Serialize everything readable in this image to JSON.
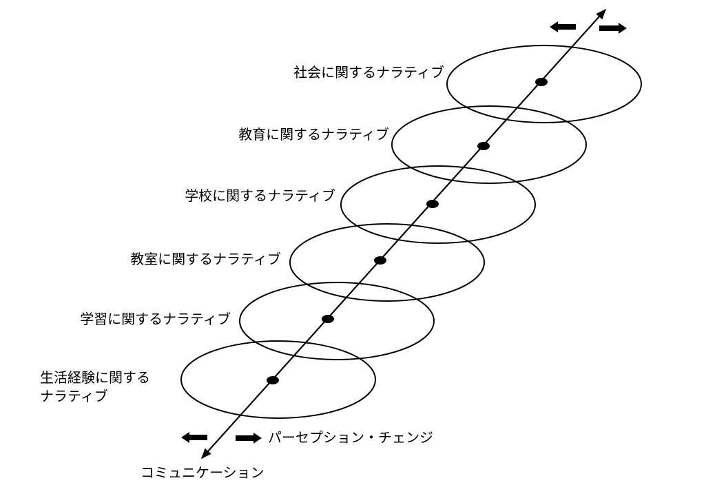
{
  "diagram": {
    "layers": [
      {
        "label": "生活経験に関する",
        "label2": "ナラティブ"
      },
      {
        "label": "学習に関するナラティブ"
      },
      {
        "label": "教室に関するナラティブ"
      },
      {
        "label": "学校に関するナラティブ"
      },
      {
        "label": "教育に関するナラティブ"
      },
      {
        "label": "社会に関するナラティブ"
      }
    ],
    "axis_label": "コミュニケーション",
    "arrows_label": "パーセプション・チェンジ"
  }
}
